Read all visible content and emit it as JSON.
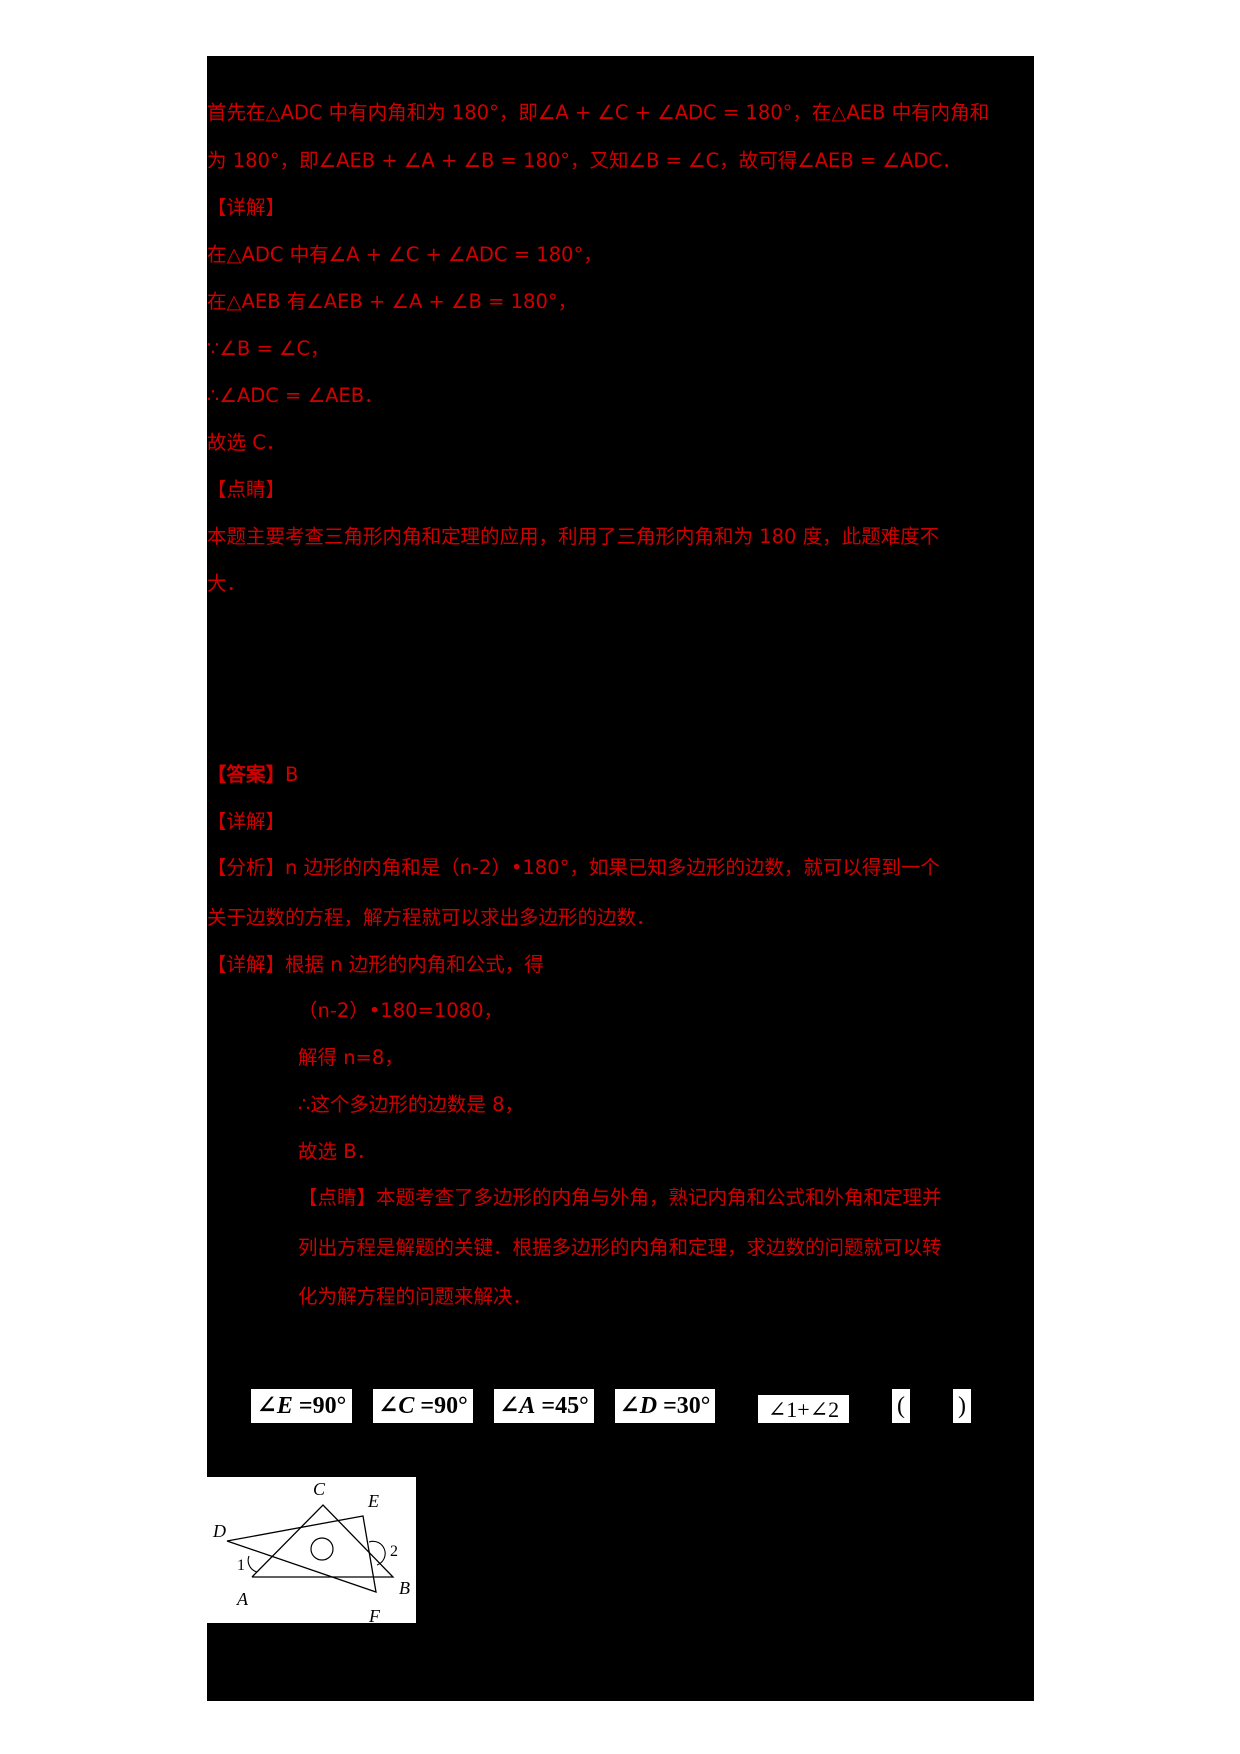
{
  "section1": {
    "analysis_lines": [
      "首先在△ADC 中有内角和为 180°，即∠A + ∠C + ∠ADC = 180°，在△AEB 中有内角和",
      "为 180°，即∠AEB + ∠A + ∠B = 180°，又知∠B = ∠C，故可得∠AEB = ∠ADC．"
    ],
    "detail_heading": "【详解】",
    "detail_lines": [
      "在△ADC 中有∠A + ∠C + ∠ADC = 180°，",
      "在△AEB 有∠AEB + ∠A + ∠B = 180°，",
      "∵∠B = ∠C，",
      "∴∠ADC = ∠AEB．",
      "故选 C．"
    ],
    "comment_heading": "【点睛】",
    "comment_lines": [
      "本题主要考查三角形内角和定理的应用，利用了三角形内角和为 180 度，此题难度不",
      "大．"
    ]
  },
  "section2": {
    "answer_label": "【答案】",
    "answer_value": "B",
    "detail_heading": "【详解】",
    "analysis_label": "【分析】",
    "analysis_lines": [
      "n 边形的内角和是（n-2）•180°，如果已知多边形的边数，就可以得到一个",
      "关于边数的方程，解方程就可以求出多边形的边数．"
    ],
    "detail_label": "【详解】",
    "detail_first": "根据 n 边形的内角和公式，得",
    "detail_lines": [
      "（n-2）•180=1080，",
      "解得 n=8，",
      "∴这个多边形的边数是 8，",
      "故选 B．"
    ],
    "comment_lines": [
      "【点睛】本题考查了多边形的内角与外角，熟记内角和公式和外角和定理并",
      "列出方程是解题的关键．根据多边形的内角和定理，求边数的问题就可以转",
      "化为解方程的问题来解决．"
    ]
  },
  "question3": {
    "formula_boxes": [
      {
        "angle": "∠",
        "var": "E",
        "rest": " =90°"
      },
      {
        "angle": "∠",
        "var": "C",
        "rest": " =90°"
      },
      {
        "angle": "∠",
        "var": "A",
        "rest": " =45°"
      },
      {
        "angle": "∠",
        "var": "D",
        "rest": " =30°"
      }
    ],
    "sum_expression": "∠1+∠2",
    "paren_open": "(",
    "paren_close": ")",
    "figure": {
      "labels": {
        "C": "C",
        "E": "E",
        "D": "D",
        "A": "A",
        "B": "B",
        "F": "F",
        "one": "1",
        "two": "2"
      }
    }
  },
  "colors": {
    "text": "#d00000",
    "panel": "#000000",
    "page": "#ffffff"
  }
}
